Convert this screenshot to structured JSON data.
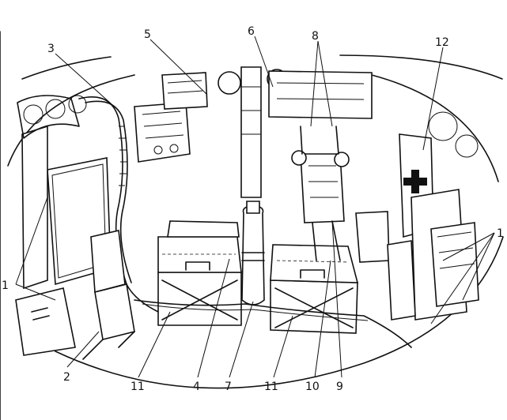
{
  "figure": {
    "callouts": [
      {
        "id": "1",
        "label": "1"
      },
      {
        "id": "1b",
        "label": "1"
      },
      {
        "id": "2",
        "label": "2"
      },
      {
        "id": "3",
        "label": "3"
      },
      {
        "id": "4",
        "label": "4"
      },
      {
        "id": "5",
        "label": "5"
      },
      {
        "id": "6",
        "label": "6"
      },
      {
        "id": "7",
        "label": "7"
      },
      {
        "id": "8",
        "label": "8"
      },
      {
        "id": "9",
        "label": "9"
      },
      {
        "id": "10",
        "label": "10"
      },
      {
        "id": "11",
        "label": "11"
      },
      {
        "id": "11b",
        "label": "11"
      },
      {
        "id": "12",
        "label": "12"
      }
    ]
  }
}
